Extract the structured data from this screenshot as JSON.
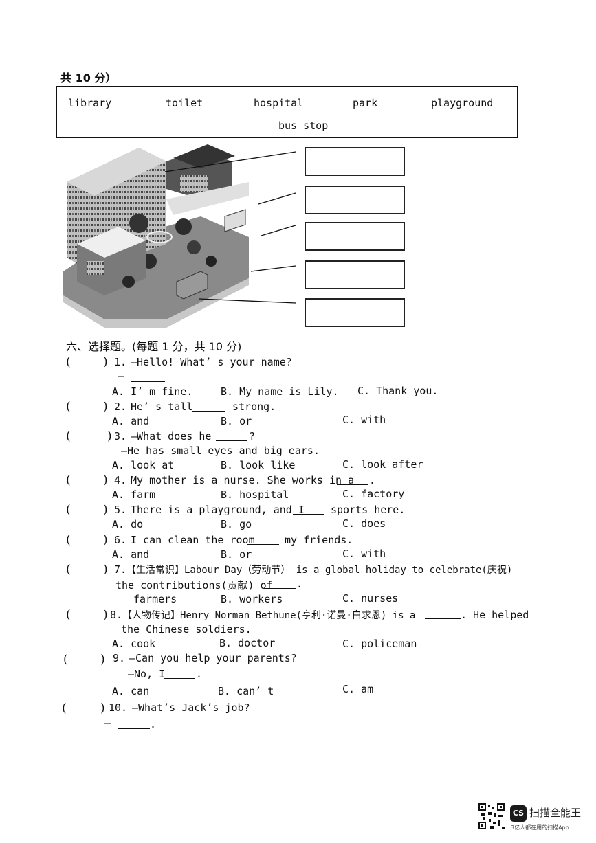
{
  "section5": {
    "header_tail": "共 10 分）"
  },
  "word_bank": {
    "words": [
      "library",
      "toilet",
      "hospital",
      "park",
      "playground"
    ],
    "last_word": "bus stop"
  },
  "section6": {
    "title": "六、选择题。(每题 1 分，共 10 分)"
  },
  "questions": [
    {
      "num": "1.",
      "stem": "—Hello! What’ s your name?",
      "stem2_prefix": "—",
      "options": [
        "A. I’ m fine.",
        "B. My name is Lily.",
        "C. Thank you."
      ]
    },
    {
      "num": "2.",
      "stem_a": "He’ s tall",
      "stem_b": "strong.",
      "options": [
        "A. and",
        "B. or",
        "C. with"
      ]
    },
    {
      "num": "3.",
      "stem_a": "—What does he",
      "stem_b": "?",
      "stem2": "—He has small eyes and big ears.",
      "options": [
        "A. look at",
        "B. look like",
        "C. look after"
      ]
    },
    {
      "num": "4.",
      "stem_a": "My mother is a nurse. She works in a",
      "stem_b": ".",
      "options": [
        "A. farm",
        "B. hospital",
        "C. factory"
      ]
    },
    {
      "num": "5.",
      "stem_a": "There is a playground, and I",
      "stem_b": "sports here.",
      "options": [
        "A. do",
        "B. go",
        "C. does"
      ]
    },
    {
      "num": "6.",
      "stem_a": "I can clean the room",
      "stem_b": "my friends.",
      "options": [
        "A. and",
        "B. or",
        "C. with"
      ]
    },
    {
      "num": "7.",
      "stem_a": "【生活常识】Labour Day（劳动节） is a global holiday to celebrate(庆祝)",
      "stem2_a": "the contributions(贡献) of",
      "stem2_b": ".",
      "options": [
        "farmers",
        "B. workers",
        "C. nurses"
      ]
    },
    {
      "num": "8.",
      "stem_a": "【人物传记】Henry Norman Bethune(亨利·诺曼·白求恩) is a",
      "stem_b": ". He helped",
      "stem2": "the Chinese soldiers.",
      "options": [
        "A. cook",
        "B. doctor",
        "C. policeman"
      ]
    },
    {
      "num": "9.",
      "stem": "—Can you help your parents?",
      "stem2_a": "—No, I",
      "stem2_b": ".",
      "options": [
        "A. can",
        "B. can’ t",
        "C. am"
      ]
    },
    {
      "num": "10.",
      "stem": "—What’s Jack’s job?",
      "stem2_prefix": "—",
      "stem2_b": "."
    }
  ],
  "scanner": {
    "app_name": "扫描全能王",
    "tagline": "3亿人都在用的扫描App",
    "logo": "CS"
  }
}
